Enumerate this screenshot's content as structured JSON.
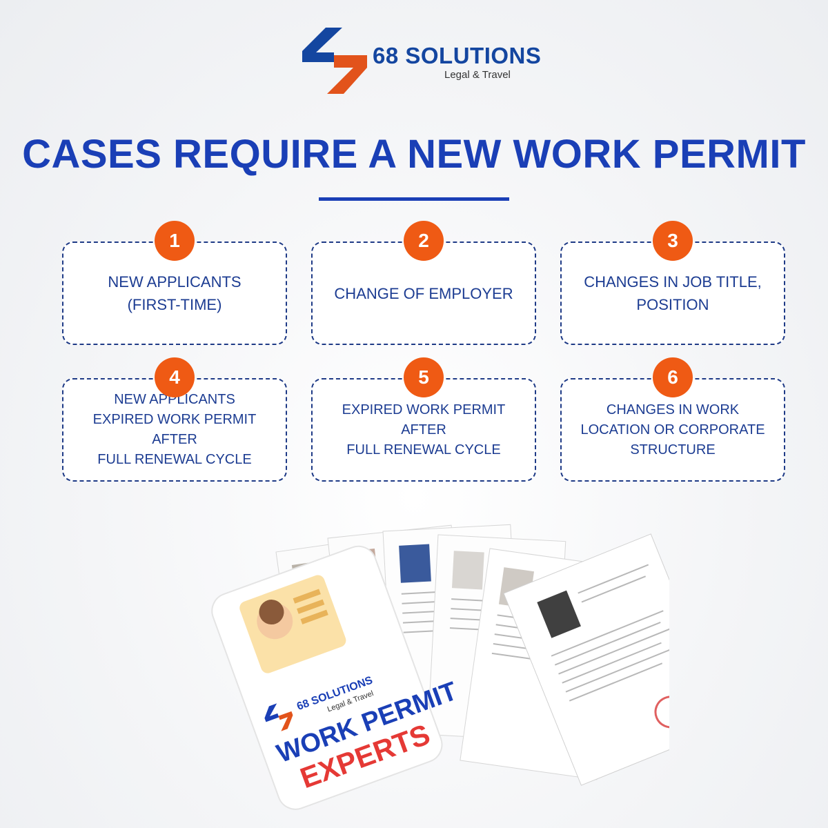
{
  "brand": {
    "name": "68 SOLUTIONS",
    "tagline": "Legal & Travel",
    "colors": {
      "blue": "#1446a0",
      "orange": "#e2531b"
    }
  },
  "title": "CASES REQUIRE A NEW WORK PERMIT",
  "cases": [
    {
      "number": "1",
      "lines": [
        "NEW APPLICANTS",
        "(FIRST-TIME)"
      ]
    },
    {
      "number": "2",
      "lines": [
        "CHANGE OF EMPLOYER"
      ]
    },
    {
      "number": "3",
      "lines": [
        "CHANGES IN JOB TITLE,",
        "POSITION"
      ]
    },
    {
      "number": "4",
      "lines": [
        "NEW APPLICANTS",
        "EXPIRED WORK PERMIT AFTER",
        "FULL RENEWAL CYCLE"
      ]
    },
    {
      "number": "5",
      "lines": [
        "EXPIRED WORK PERMIT AFTER",
        "FULL RENEWAL CYCLE"
      ]
    },
    {
      "number": "6",
      "lines": [
        "CHANGES IN WORK",
        "LOCATION OR CORPORATE",
        "STRUCTURE"
      ]
    }
  ],
  "sticker": {
    "brand": "68 SOLUTIONS",
    "tagline": "Legal & Travel",
    "line1": "WORK PERMIT",
    "line2": "EXPERTS"
  },
  "colors": {
    "accent": "#ef5a14",
    "title": "#1a3fb6",
    "card_text": "#1c3c92"
  }
}
